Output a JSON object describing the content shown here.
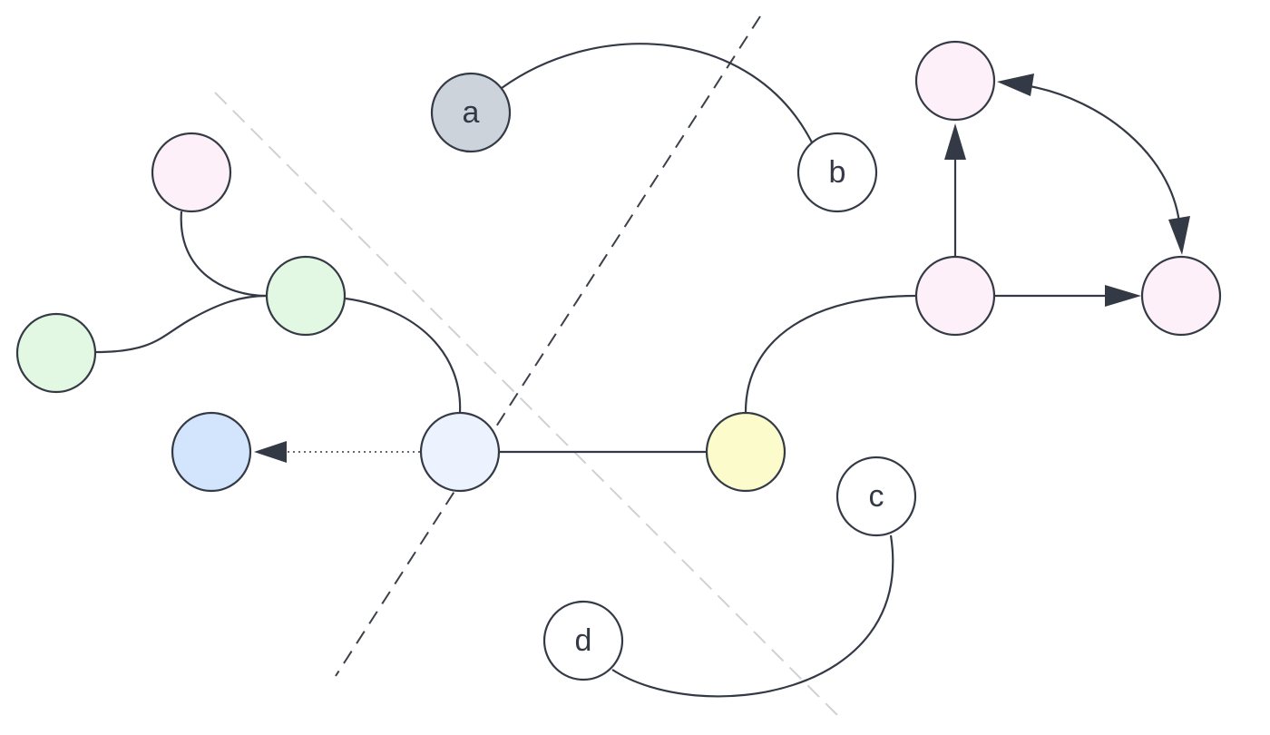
{
  "diagram": {
    "nodes": [
      {
        "id": "a",
        "label": "a",
        "fill": "#cdd3da"
      },
      {
        "id": "b",
        "label": "b",
        "fill": "#ffffff"
      },
      {
        "id": "c",
        "label": "c",
        "fill": "#ffffff"
      },
      {
        "id": "d",
        "label": "d",
        "fill": "#ffffff"
      },
      {
        "id": "pink-top-left",
        "label": "",
        "fill": "#fdf0f9"
      },
      {
        "id": "green-mid",
        "label": "",
        "fill": "#e2f8e3"
      },
      {
        "id": "green-left",
        "label": "",
        "fill": "#e2f8e3"
      },
      {
        "id": "blue",
        "label": "",
        "fill": "#d2e5fd"
      },
      {
        "id": "light-blue-center",
        "label": "",
        "fill": "#ecf3fe"
      },
      {
        "id": "yellow",
        "label": "",
        "fill": "#fbfbcc"
      },
      {
        "id": "pink-right-mid",
        "label": "",
        "fill": "#fdf0f9"
      },
      {
        "id": "pink-right-top",
        "label": "",
        "fill": "#fdf0f9"
      },
      {
        "id": "pink-far-right",
        "label": "",
        "fill": "#fdf0f9"
      }
    ],
    "edges": [
      {
        "from": "a",
        "to": "b",
        "style": "solid",
        "arrow": "none"
      },
      {
        "from": "d",
        "to": "c",
        "style": "solid",
        "arrow": "none"
      },
      {
        "from": "pink-top-left",
        "to": "green-mid",
        "style": "solid",
        "arrow": "none"
      },
      {
        "from": "green-left",
        "to": "green-mid",
        "style": "solid",
        "arrow": "none"
      },
      {
        "from": "green-mid",
        "to": "light-blue-center",
        "style": "solid",
        "arrow": "none"
      },
      {
        "from": "light-blue-center",
        "to": "blue",
        "style": "dotted",
        "arrow": "end"
      },
      {
        "from": "light-blue-center",
        "to": "yellow",
        "style": "solid",
        "arrow": "none"
      },
      {
        "from": "yellow",
        "to": "pink-right-mid",
        "style": "solid",
        "arrow": "none"
      },
      {
        "from": "pink-right-mid",
        "to": "pink-right-top",
        "style": "solid",
        "arrow": "end"
      },
      {
        "from": "pink-right-mid",
        "to": "pink-far-right",
        "style": "solid",
        "arrow": "end"
      },
      {
        "from": "pink-right-top",
        "to": "pink-far-right",
        "style": "solid",
        "arrow": "both"
      }
    ],
    "dividers": [
      {
        "id": "dark-dashed-line",
        "color": "#3b4049"
      },
      {
        "id": "light-dashed-line",
        "color": "#cfd1d4"
      }
    ],
    "colors": {
      "stroke": "#343a45",
      "gray": "#cdd3da",
      "pink": "#fdf0f9",
      "green": "#e2f8e3",
      "blue": "#d2e5fd",
      "light_blue": "#ecf3fe",
      "yellow": "#fbfbcc"
    }
  }
}
